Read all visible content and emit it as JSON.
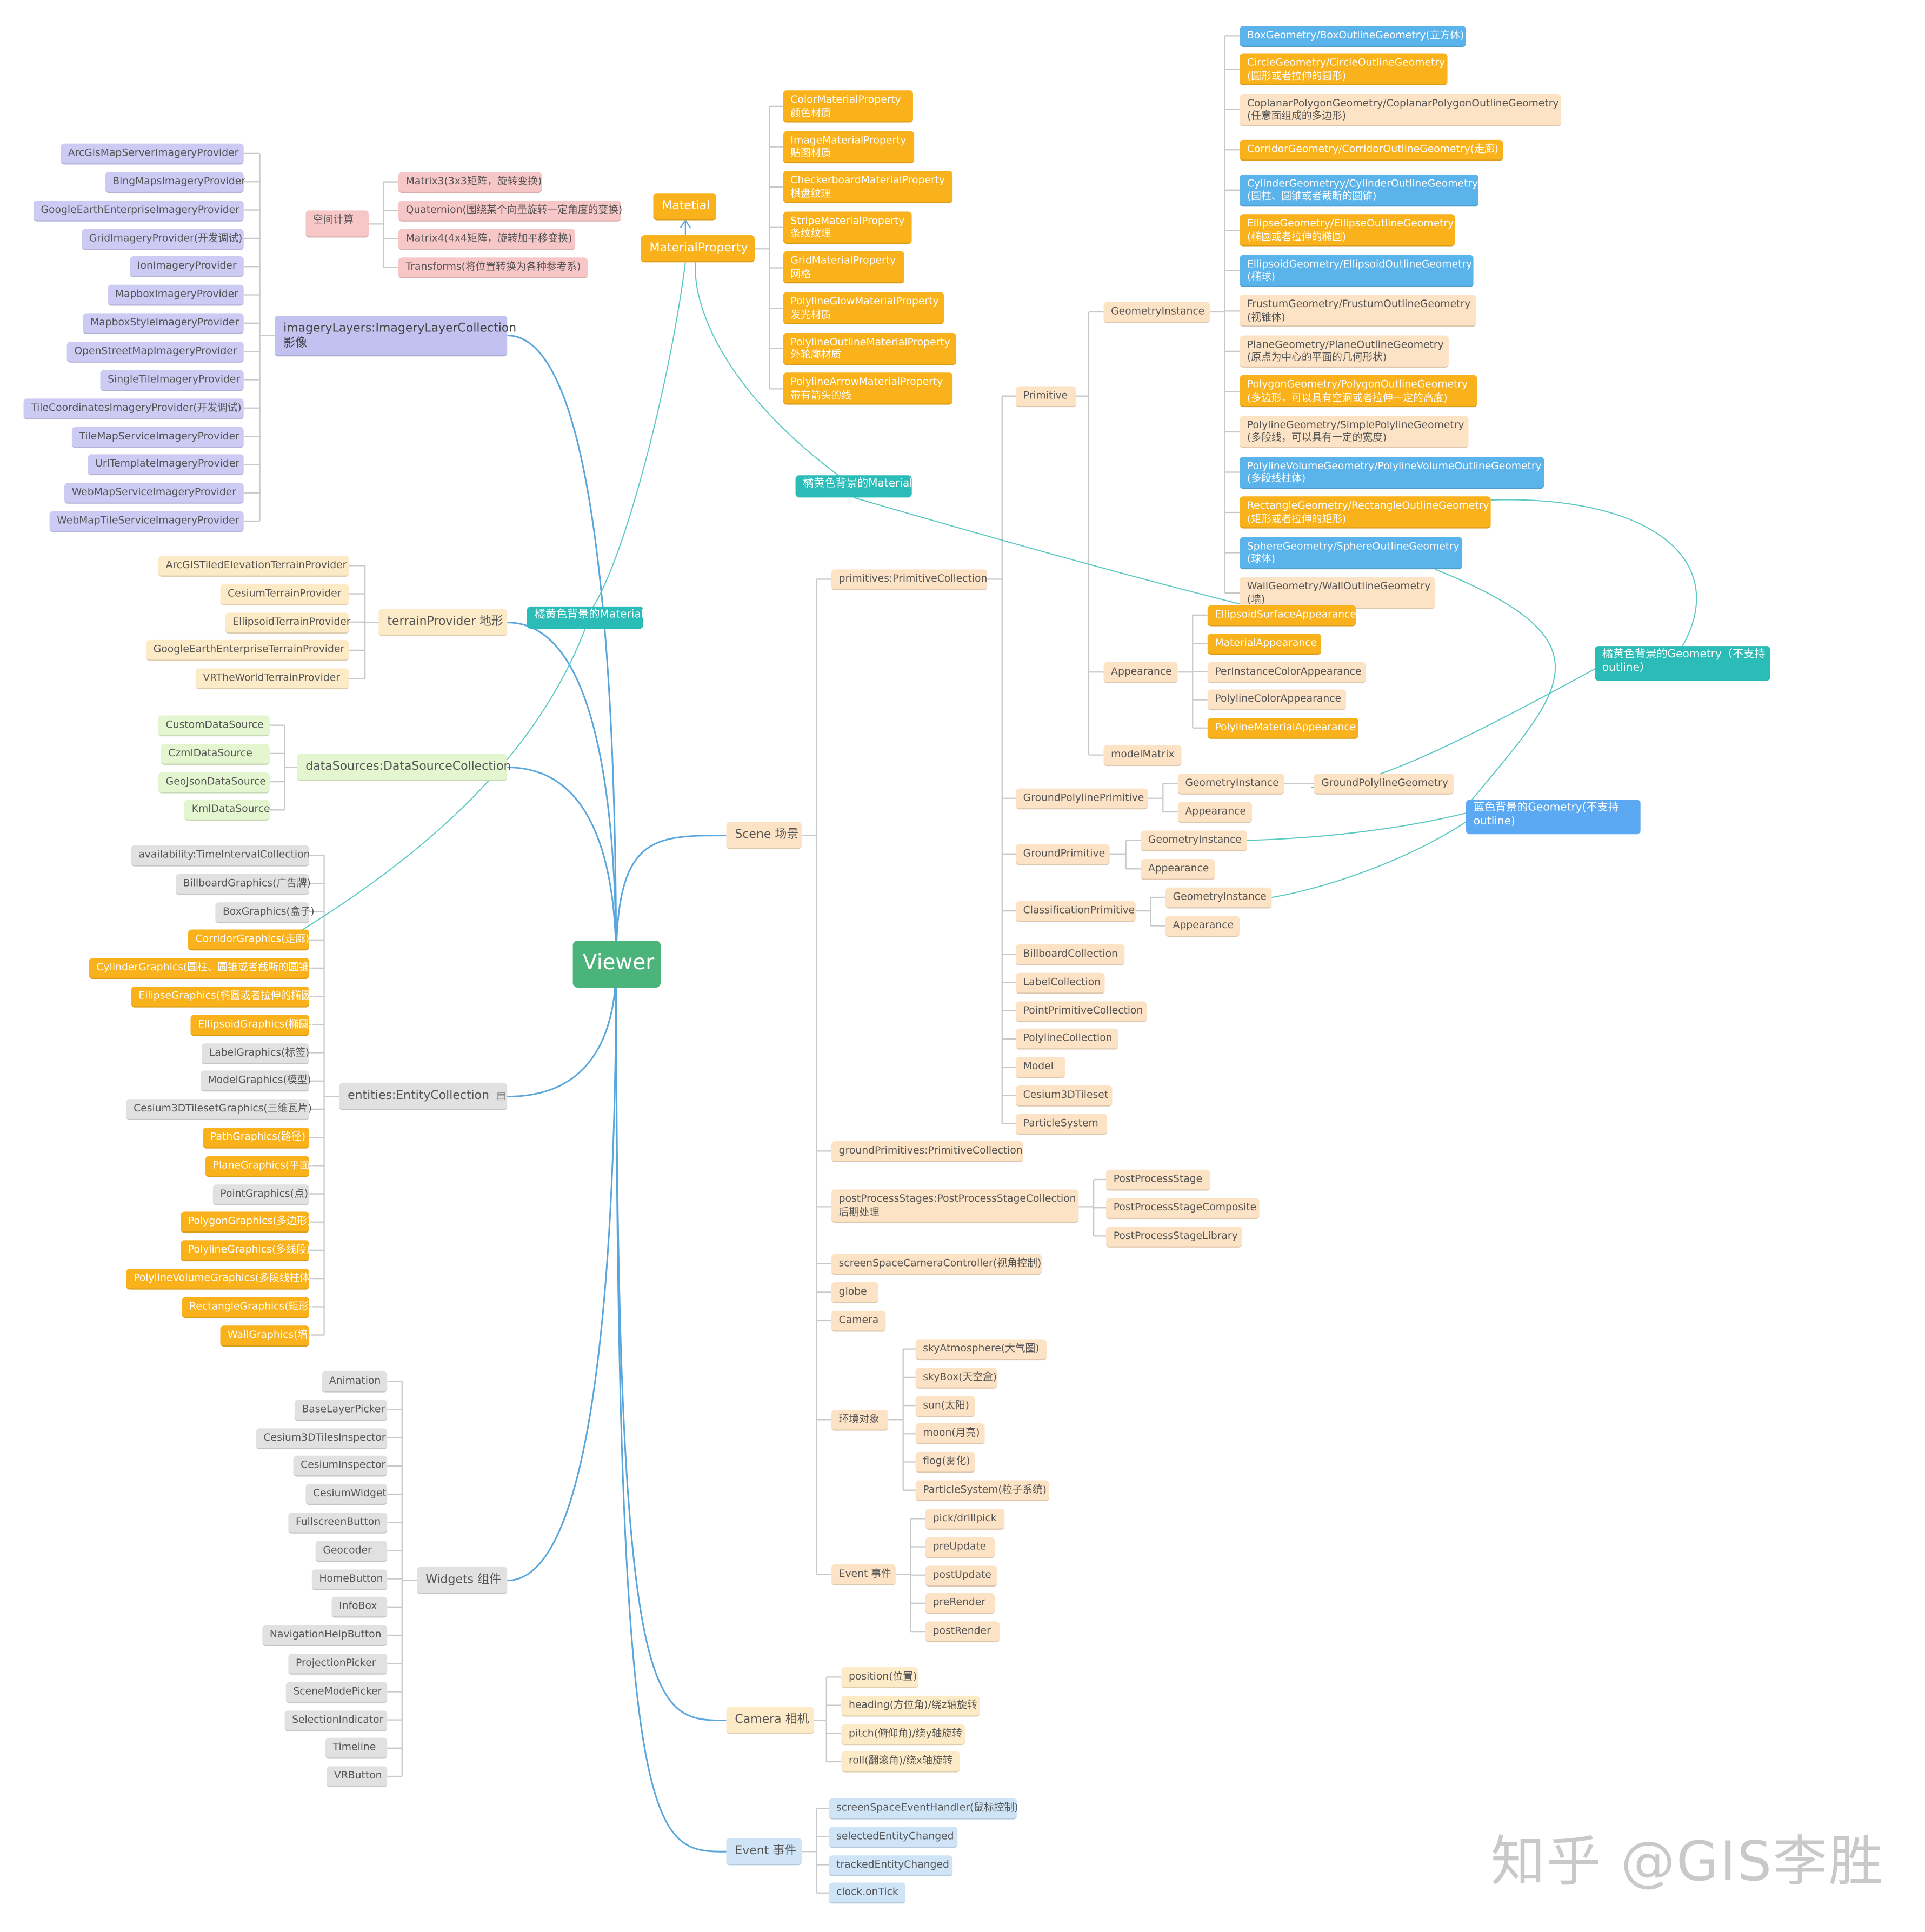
{
  "root": "Viewer",
  "spatial": {
    "label": "空间计算",
    "items": [
      "Matrix3(3x3矩阵，旋转变换)",
      "Quaternion(围绕某个向量旋转一定角度的变换)",
      "Matrix4(4x4矩阵，旋转加平移变换)",
      "Transforms(将位置转换为各种参考系)"
    ]
  },
  "imagery": {
    "label": "imageryLayers:ImageryLayerCollection",
    "label2": "影像",
    "items": [
      "ArcGisMapServerImageryProvider",
      "BingMapsImageryProvider",
      "GoogleEarthEnterpriseImageryProvider",
      "GridImageryProvider(开发调试)",
      "IonImageryProvider",
      "MapboxImageryProvider",
      "MapboxStyleImageryProvider",
      "OpenStreetMapImageryProvider",
      "SingleTileImageryProvider",
      "TileCoordinatesImageryProvider(开发调试)",
      "TileMapServiceImageryProvider",
      "UrlTemplateImageryProvider",
      "WebMapServiceImageryProvider",
      "WebMapTileServiceImageryProvider"
    ]
  },
  "terrain": {
    "label": "terrainProvider 地形",
    "items": [
      "ArcGISTiledElevationTerrainProvider",
      "CesiumTerrainProvider",
      "EllipsoidTerrainProvider",
      "GoogleEarthEnterpriseTerrainProvider",
      "VRTheWorldTerrainProvider"
    ]
  },
  "datasources": {
    "label": "dataSources:DataSourceCollection",
    "items": [
      "CustomDataSource",
      "CzmlDataSource",
      "GeoJsonDataSource",
      "KmlDataSource"
    ]
  },
  "entities": {
    "label": "entities:EntityCollection",
    "icon": "note-icon",
    "items": [
      "availability:TimeIntervalCollection",
      "BillboardGraphics(广告牌)",
      "BoxGraphics(盒子)",
      "CorridorGraphics(走廊)",
      "CylinderGraphics(圆柱、圆锥或者截断的圆锥)",
      "EllipseGraphics(椭圆或者拉伸的椭圆)",
      "EllipsoidGraphics(椭圆)",
      "LabelGraphics(标签)",
      "ModelGraphics(模型)",
      "Cesium3DTilesetGraphics(三维瓦片)",
      "PathGraphics(路径)",
      "PlaneGraphics(平面)",
      "PointGraphics(点)",
      "PolygonGraphics(多边形)",
      "PolylineGraphics(多线段)",
      "PolylineVolumeGraphics(多段线柱体)",
      "RectangleGraphics(矩形)",
      "WallGraphics(墙)"
    ],
    "orange": [
      3,
      4,
      5,
      6,
      10,
      11,
      13,
      14,
      15,
      16,
      17
    ]
  },
  "widgets": {
    "label": "Widgets 组件",
    "items": [
      "Animation",
      "BaseLayerPicker",
      "Cesium3DTilesInspector",
      "CesiumInspector",
      "CesiumWidget",
      "FullscreenButton",
      "Geocoder",
      "HomeButton",
      "InfoBox",
      "NavigationHelpButton",
      "ProjectionPicker",
      "SceneModePicker",
      "SelectionIndicator",
      "Timeline",
      "VRButton"
    ]
  },
  "materials": {
    "matetial": "Matetial",
    "property": "MaterialProperty",
    "items": [
      [
        "ColorMaterialProperty",
        "颜色材质"
      ],
      [
        "ImageMaterialProperty",
        "贴图材质"
      ],
      [
        "CheckerboardMaterialProperty",
        "棋盘纹理"
      ],
      [
        "StripeMaterialProperty",
        "条纹纹理"
      ],
      [
        "GridMaterialProperty",
        "网格"
      ],
      [
        "PolylineGlowMaterialProperty",
        "发光材质"
      ],
      [
        "PolylineOutlineMaterialProperty",
        "外轮廓材质"
      ],
      [
        "PolylineArrowMaterialProperty",
        "带有箭头的线"
      ]
    ]
  },
  "annotations": {
    "orange_material_top": "橘黄色背景的Material",
    "orange_material_mid": "橘黄色背景的Material",
    "orange_geometry": "橘黄色背景的Geometry（不支持outline）",
    "blue_geometry": "蓝色背景的Geometry(不支持outline)"
  },
  "scene": {
    "label": "Scene 场景",
    "primitives": "primitives:PrimitiveCollection",
    "primitive": "Primitive",
    "geometryInstance": "GeometryInstance",
    "geometries": [
      {
        "t": [
          "BoxGeometry/BoxOutlineGeometry(立方体)"
        ],
        "c": "blue"
      },
      {
        "t": [
          "CircleGeometry/CircleOutlineGeometry",
          "(圆形或者拉伸的圆形)"
        ],
        "c": "orange"
      },
      {
        "t": [
          "CoplanarPolygonGeometry/CoplanarPolygonOutlineGeometry",
          "(任意面组成的多边形)"
        ],
        "c": "beige"
      },
      {
        "t": [
          "CorridorGeometry/CorridorOutlineGeometry(走廊)"
        ],
        "c": "orange"
      },
      {
        "t": [
          "CylinderGeometryy/CylinderOutlineGeometry",
          "(圆柱、圆锥或者截断的圆锥)"
        ],
        "c": "blue"
      },
      {
        "t": [
          "EllipseGeometry/EllipseOutlineGeometry",
          "(椭圆或者拉伸的椭圆)"
        ],
        "c": "orange"
      },
      {
        "t": [
          "EllipsoidGeometry/EllipsoidOutlineGeometry",
          "(椭球)"
        ],
        "c": "blue"
      },
      {
        "t": [
          "FrustumGeometry/FrustumOutlineGeometry",
          "(视锥体)"
        ],
        "c": "beige"
      },
      {
        "t": [
          "PlaneGeometry/PlaneOutlineGeometry",
          "(原点为中心的平面的几何形状)"
        ],
        "c": "beige"
      },
      {
        "t": [
          "PolygonGeometry/PolygonOutlineGeometry",
          "(多边形，可以具有空洞或者拉伸一定的高度)"
        ],
        "c": "orange"
      },
      {
        "t": [
          "PolylineGeometry/SimplePolylineGeometry",
          "(多段线，可以具有一定的宽度)"
        ],
        "c": "beige"
      },
      {
        "t": [
          "PolylineVolumeGeometry/PolylineVolumeOutlineGeometry",
          "(多段线柱体)"
        ],
        "c": "blue"
      },
      {
        "t": [
          "RectangleGeometry/RectangleOutlineGeometry",
          "(矩形或者拉伸的矩形)"
        ],
        "c": "orange"
      },
      {
        "t": [
          "SphereGeometry/SphereOutlineGeometry",
          "(球体)"
        ],
        "c": "blue"
      },
      {
        "t": [
          "WallGeometry/WallOutlineGeometry",
          "(墙)"
        ],
        "c": "beige"
      }
    ],
    "appearance": "Appearance",
    "appearances": [
      {
        "t": "EllipsoidSurfaceAppearance",
        "c": "orange"
      },
      {
        "t": "MaterialAppearance",
        "c": "orange"
      },
      {
        "t": "PerInstanceColorAppearance",
        "c": "beige"
      },
      {
        "t": "PolylineColorAppearance",
        "c": "beige"
      },
      {
        "t": "PolylineMaterialAppearance",
        "c": "orange"
      }
    ],
    "modelMatrix": "modelMatrix",
    "groundPolylinePrimitive": "GroundPolylinePrimitive",
    "groundPolylineGeometry": "GroundPolylineGeometry",
    "groundPrimitive": "GroundPrimitive",
    "classificationPrimitive": "ClassificationPrimitive",
    "collections": [
      "BillboardCollection",
      "LabelCollection",
      "PointPrimitiveCollection",
      "PolylineCollection",
      "Model",
      "Cesium3DTileset",
      "ParticleSystem"
    ],
    "groundPrimitives": "groundPrimitives:PrimitiveCollection",
    "postProcess": "postProcessStages:PostProcessStageCollection",
    "postProcess2": "后期处理",
    "postItems": [
      "PostProcessStage",
      "PostProcessStageComposite",
      "PostProcessStageLibrary"
    ],
    "sscc": "screenSpaceCameraController(视角控制)",
    "globe": "globe",
    "camera": "Camera",
    "env": "环境对象",
    "envItems": [
      "skyAtmosphere(大气圈)",
      "skyBox(天空盒)",
      "sun(太阳)",
      "moon(月亮)",
      "flog(雾化)",
      "ParticleSystem(粒子系统)"
    ],
    "event": "Event 事件",
    "eventItems": [
      "pick/drillpick",
      "preUpdate",
      "postUpdate",
      "preRender",
      "postRender"
    ]
  },
  "cameraBranch": {
    "label": "Camera 相机",
    "items": [
      "position(位置)",
      "heading(方位角)/绕z轴旋转",
      "pitch(俯仰角)/绕y轴旋转",
      "roll(翻滚角)/绕x轴旋转"
    ]
  },
  "eventBranch": {
    "label": "Event 事件",
    "items": [
      "screenSpaceEventHandler(鼠标控制)",
      "selectedEntityChanged",
      "trackedEntityChanged",
      "clock.onTick"
    ]
  },
  "watermark": "知乎 @GIS李胜"
}
